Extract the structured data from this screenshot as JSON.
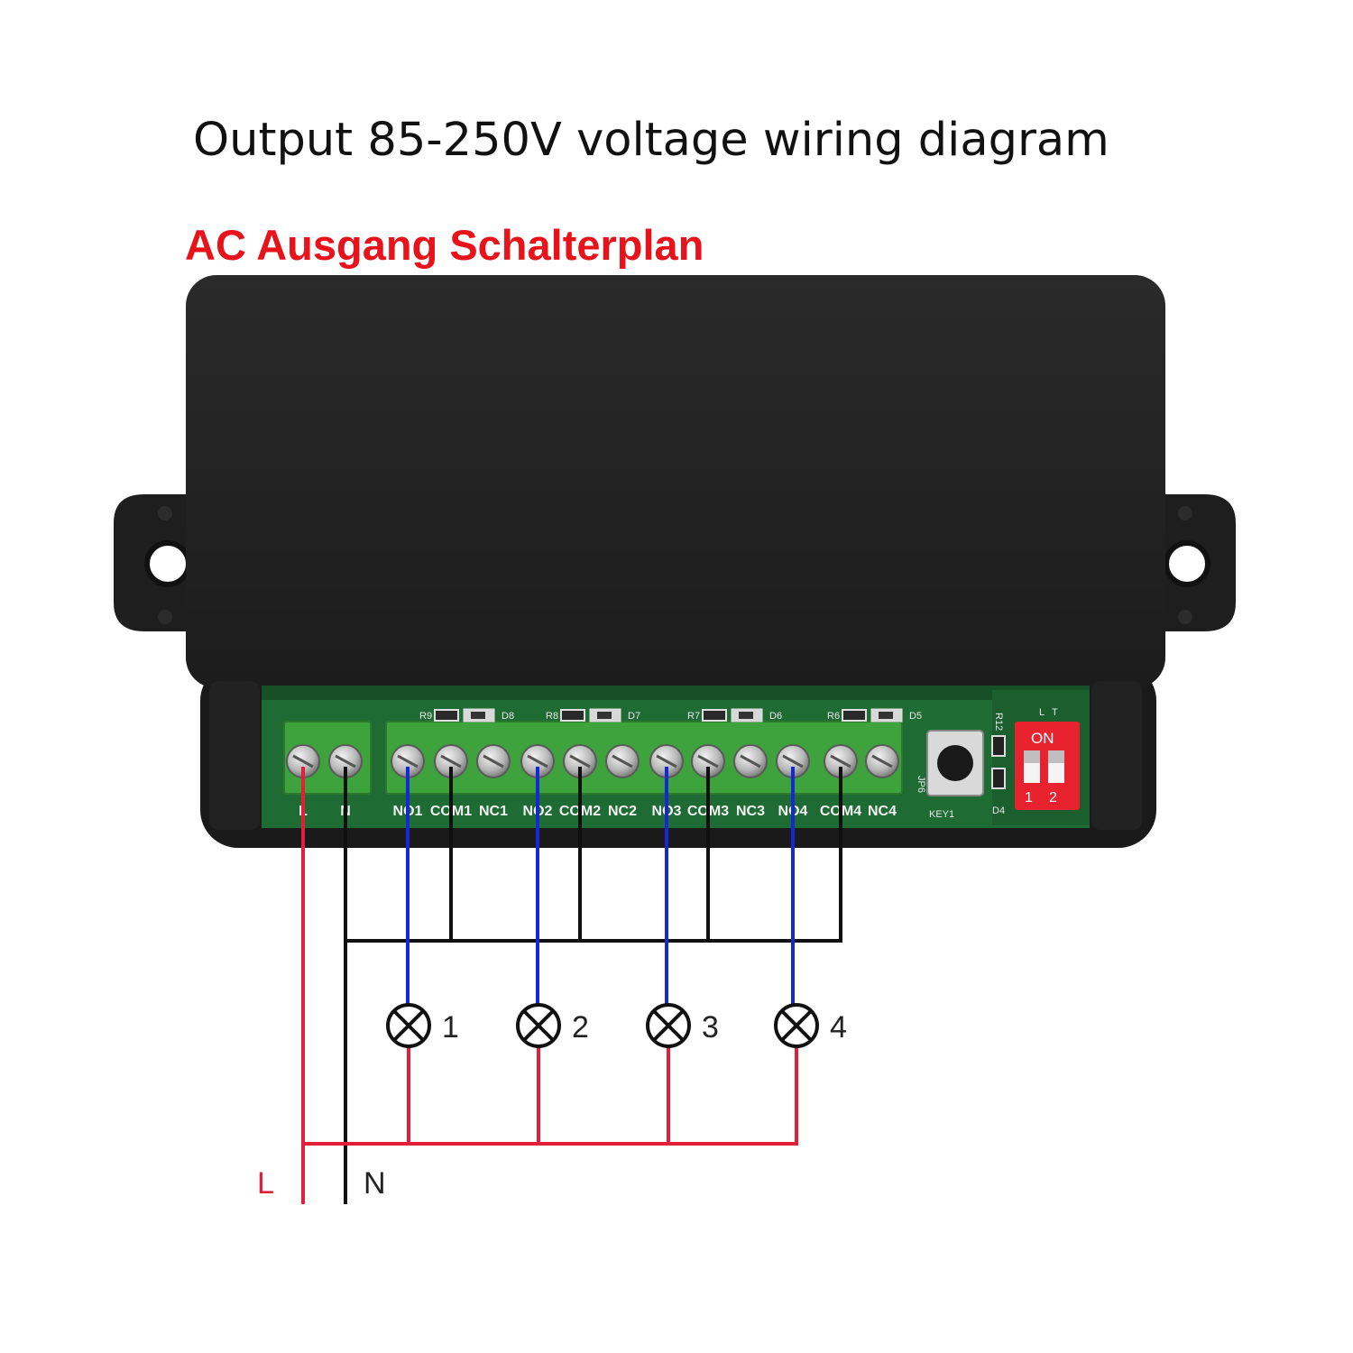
{
  "title": "Output 85-250V voltage wiring diagram",
  "subtitle": "AC Ausgang Schalterplan",
  "terminals": [
    "L",
    "N",
    "NO1",
    "COM1",
    "NC1",
    "NO2",
    "COM2",
    "NC2",
    "NO3",
    "COM3",
    "NC3",
    "NO4",
    "COM4",
    "NC4"
  ],
  "pcb_parts": {
    "resistors": [
      "R9",
      "R8",
      "R7",
      "R6"
    ],
    "leds": [
      "D8",
      "D7",
      "D6",
      "D5"
    ],
    "r12": "R12",
    "jp": "JP6",
    "key": "KEY1",
    "d4": "D4"
  },
  "dip_switch": {
    "label": "ON",
    "positions": [
      "1",
      "2"
    ],
    "markers": [
      "L",
      "T"
    ]
  },
  "lamps": [
    "1",
    "2",
    "3",
    "4"
  ],
  "supply": {
    "live": "L",
    "neutral": "N"
  },
  "colors": {
    "live": "#e0203a",
    "neutral": "#101010",
    "switched": "#1528d8",
    "pcb": "#1f6b34",
    "terminal_block": "#3fa33d",
    "housing": "#252525",
    "dip": "#e8222e"
  }
}
